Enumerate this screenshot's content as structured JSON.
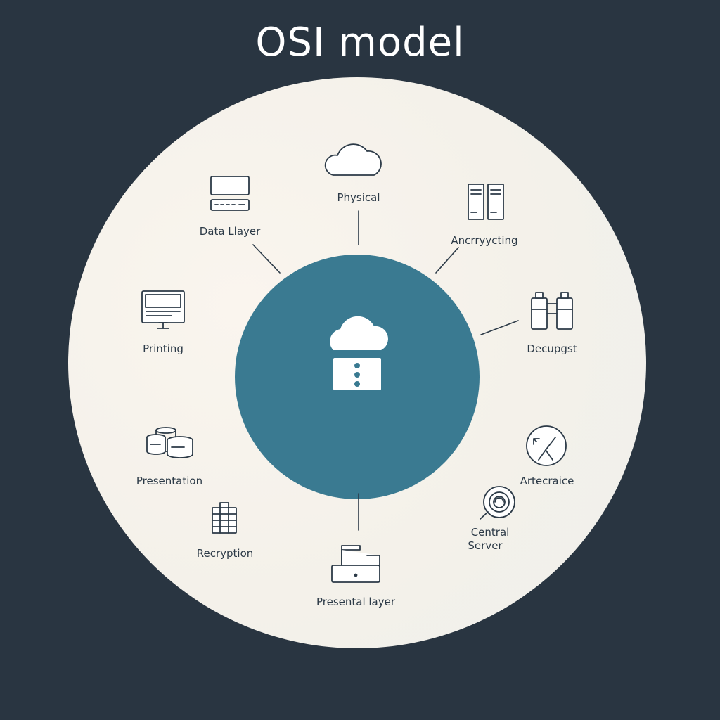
{
  "title": "OSI model",
  "nodes": [
    {
      "label": "Physical",
      "icon": "cloud-icon"
    },
    {
      "label": "Data Llayer",
      "icon": "network-switch-icon"
    },
    {
      "label": "Ancrryycting",
      "icon": "server-rack-icon"
    },
    {
      "label": "Printing",
      "icon": "monitor-icon"
    },
    {
      "label": "Decupgst",
      "icon": "linked-servers-icon"
    },
    {
      "label": "Presentation",
      "icon": "database-stack-icon"
    },
    {
      "label": "Artecraice",
      "icon": "compass-icon"
    },
    {
      "label": "Recryption",
      "icon": "building-grid-icon"
    },
    {
      "label": "Central",
      "label2": "Server",
      "icon": "fingerprint-search-icon"
    },
    {
      "label": "Presental layer",
      "icon": "laptop-icon"
    }
  ],
  "hub": {
    "icon": "cloud-server-icon"
  },
  "colors": {
    "background": "#293541",
    "circle": "#f4f1ea",
    "hub": "#3a7a91",
    "stroke": "#2c3a47"
  }
}
